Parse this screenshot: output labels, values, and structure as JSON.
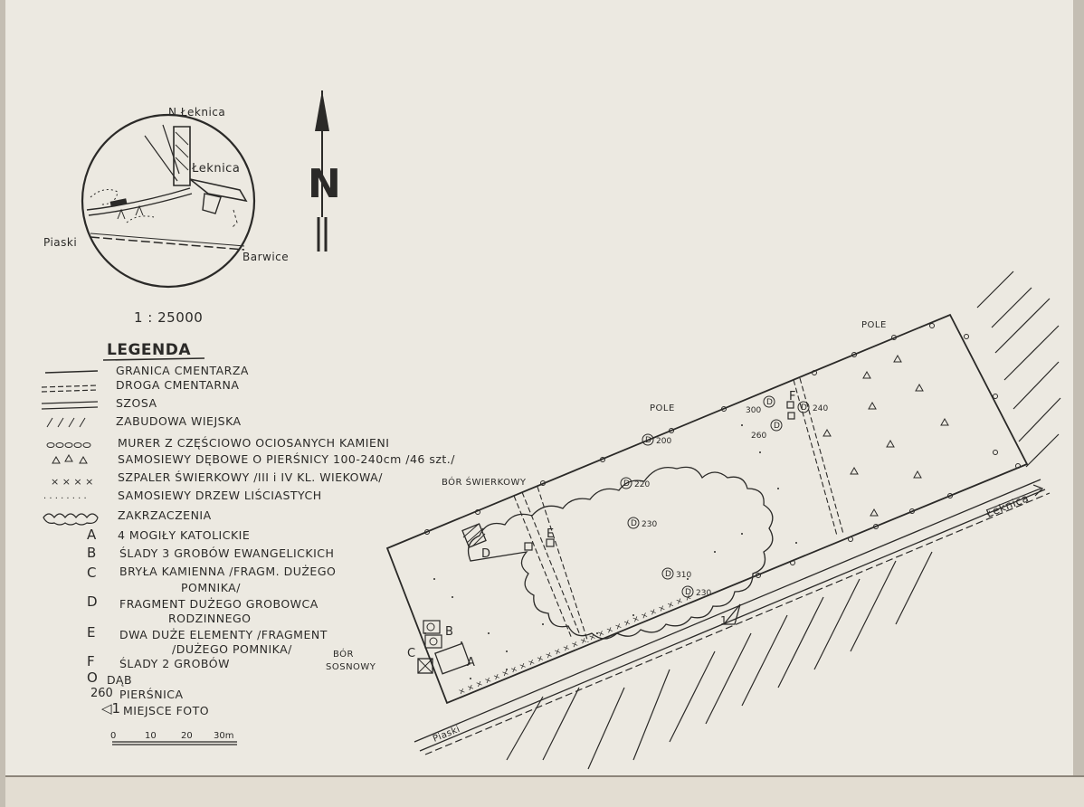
{
  "inset": {
    "places": [
      "N Łeknica",
      "Łeknica",
      "Piaski",
      "Barwice"
    ],
    "scale": "1 : 25000"
  },
  "north_arrow": {
    "letter": "N"
  },
  "legend": {
    "title": "LEGENDA",
    "items": [
      {
        "symbol": "cemetery-boundary",
        "label": "GRANICA CMENTARZA"
      },
      {
        "symbol": "cemetery-road",
        "label": "DROGA CMENTARNA"
      },
      {
        "symbol": "main-road",
        "label": "SZOSA"
      },
      {
        "symbol": "village-buildings",
        "label": "ZABUDOWA WIEJSKA"
      },
      {
        "symbol": "stone-wall",
        "label": "MURER Z CZĘŚCIOWO OCIOSANYCH KAMIENI"
      },
      {
        "symbol": "oak-saplings",
        "label": "SAMOSIEWY DĘBOWE O PIERŚNICY 100-240cm /46 szt./"
      },
      {
        "symbol": "spruce-row",
        "label": "SZPALER ŚWIERKOWY /III i IV KL. WIEKOWA/"
      },
      {
        "symbol": "deciduous-saplings",
        "label": "SAMOSIEWY DRZEW LIŚCIASTYCH"
      },
      {
        "symbol": "thicket",
        "label": "ZAKRZACZENIA"
      },
      {
        "key": "A",
        "label": "4 MOGIŁY KATOLICKIE"
      },
      {
        "key": "B",
        "label": "ŚLADY 3 GROBÓW EWANGELICKICH"
      },
      {
        "key": "C",
        "label": "BRYŁA KAMIENNA /FRAGM. DUŻEGO",
        "label2": "POMNIKA/"
      },
      {
        "key": "D",
        "label": "FRAGMENT DUŻEGO GROBOWCA",
        "label2": "RODZINNEGO"
      },
      {
        "key": "E",
        "label": "DWA DUŻE ELEMENTY /FRAGMENT",
        "label2": "/DUŻEGO POMNIKA/"
      },
      {
        "key": "F",
        "label": "ŚLADY 2 GROBÓW"
      },
      {
        "key": "O",
        "label": "DĄB"
      },
      {
        "key": "260",
        "label": "PIERŚNICA"
      },
      {
        "key": "◁1",
        "label": "MIEJSCE FOTO"
      }
    ],
    "scalebar": [
      "0",
      "10",
      "20",
      "30m"
    ]
  },
  "plan": {
    "field_labels": [
      "POLE",
      "POLE"
    ],
    "forest_spruce": "BÓR ŚWIERKOWY",
    "forest_pine": [
      "BÓR",
      "SOSNOWY"
    ],
    "road_east": "Łeknica",
    "road_west": "Piaski",
    "photo_point": "1",
    "letters": [
      "A",
      "B",
      "C",
      "D",
      "E",
      "F"
    ],
    "oaks": [
      "200",
      "220",
      "230",
      "310",
      "230",
      "300",
      "240",
      "260"
    ]
  }
}
